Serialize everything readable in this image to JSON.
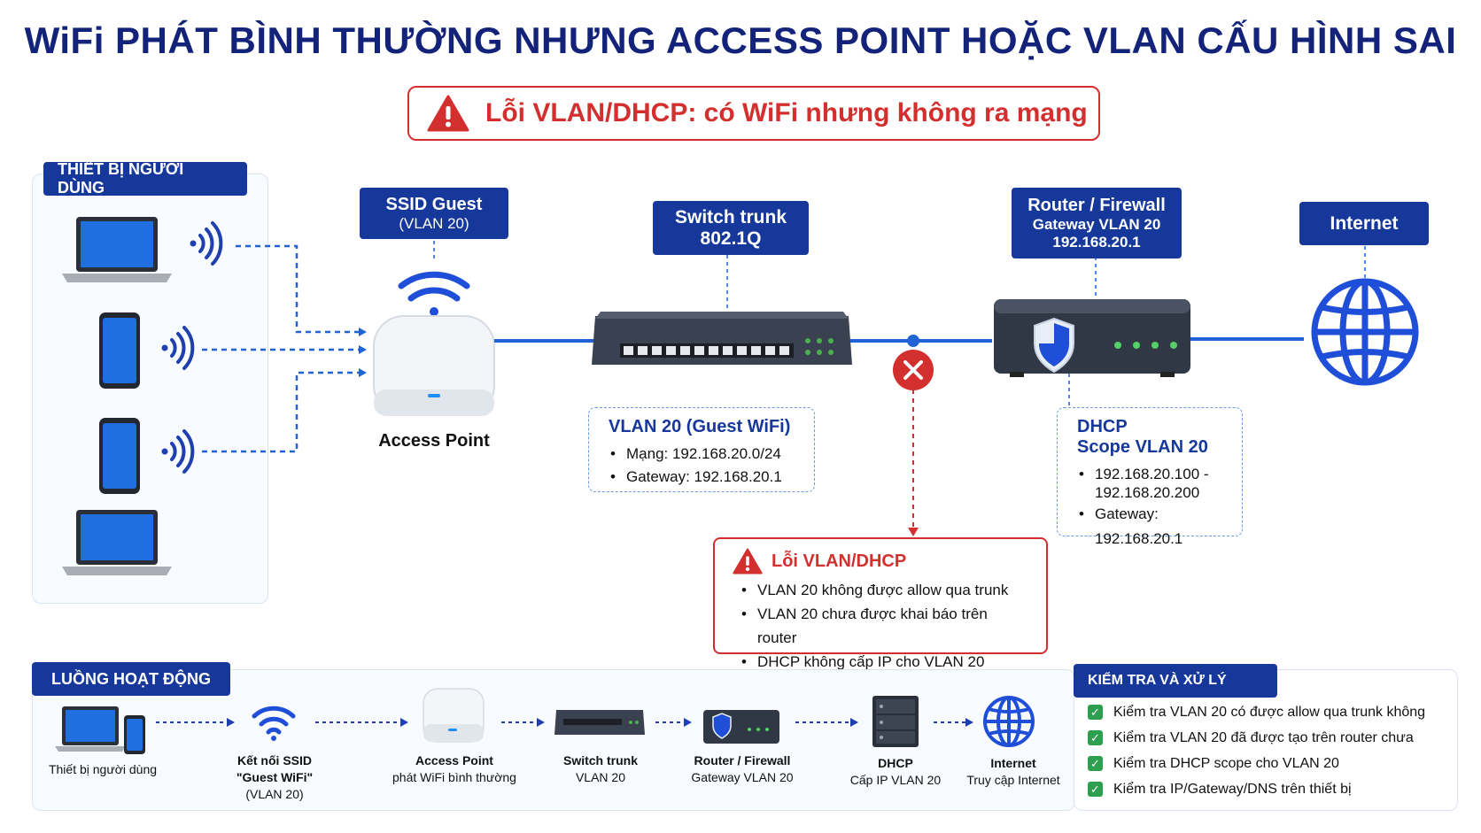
{
  "title": "WiFi PHÁT BÌNH THƯỜNG NHƯNG ACCESS POINT HOẶC VLAN CẤU HÌNH SAI",
  "alert": "Lỗi VLAN/DHCP: có WiFi nhưng không ra mạng",
  "devices_section": "THIẾT BỊ NGƯỜI DÙNG",
  "ssid": {
    "line1": "SSID Guest",
    "line2": "(VLAN 20)"
  },
  "ap_label": "Access Point",
  "switch": {
    "line1": "Switch trunk",
    "line2": "802.1Q"
  },
  "router": {
    "line1": "Router / Firewall",
    "line2": "Gateway VLAN 20",
    "line3": "192.168.20.1"
  },
  "internet_label": "Internet",
  "vlan_box": {
    "heading": "VLAN 20 (Guest WiFi)",
    "items": [
      "Mạng: 192.168.20.0/24",
      "Gateway: 192.168.20.1"
    ]
  },
  "dhcp_box": {
    "heading1": "DHCP",
    "heading2": "Scope VLAN 20",
    "items": [
      "192.168.20.100 -",
      "192.168.20.200",
      "Gateway: 192.168.20.1"
    ]
  },
  "error_box": {
    "heading": "Lỗi VLAN/DHCP",
    "items": [
      "VLAN 20 không được allow qua trunk",
      "VLAN 20 chưa được khai báo trên router",
      "DHCP không cấp IP cho VLAN 20"
    ]
  },
  "flow": {
    "section": "LUỒNG HOẠT ĐỘNG",
    "steps": [
      {
        "l1": "Thiết bị người dùng",
        "l2": "",
        "l3": ""
      },
      {
        "l1": "Kết nối SSID",
        "l2": "\"Guest WiFi\"",
        "l3": "(VLAN 20)"
      },
      {
        "l1": "Access Point",
        "l2": "phát WiFi bình thường",
        "l3": ""
      },
      {
        "l1": "Switch trunk",
        "l2": "VLAN 20",
        "l3": ""
      },
      {
        "l1": "Router / Firewall",
        "l2": "Gateway VLAN 20",
        "l3": ""
      },
      {
        "l1": "DHCP",
        "l2": "Cấp IP VLAN 20",
        "l3": ""
      },
      {
        "l1": "Internet",
        "l2": "Truy cập Internet",
        "l3": ""
      }
    ]
  },
  "checks": {
    "section": "KIỂM TRA VÀ XỬ LÝ",
    "items": [
      "Kiểm tra VLAN 20 có được allow qua trunk không",
      "Kiểm tra VLAN 20 đã được tạo trên router chưa",
      "Kiểm tra DHCP scope cho VLAN 20",
      "Kiểm tra IP/Gateway/DNS trên thiết bị"
    ]
  },
  "colors": {
    "navy": "#16389b",
    "title": "#13237a",
    "error": "#d32f2f",
    "link": "#1f63d6",
    "check": "#2e9e4f"
  }
}
